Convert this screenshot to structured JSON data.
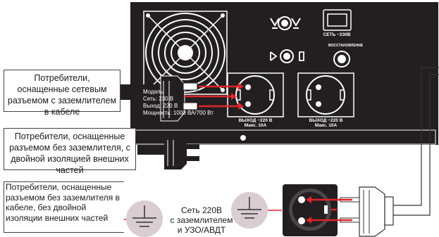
{
  "boxes": {
    "grounded": "Потребители, оснащенные сетевым разъемом с заземлителем в кабеле",
    "double_insulated": "Потребители, оснащенные разъемом без заземлителя, с двойной изоляцией внешних частей",
    "no_ground": "Потребители, оснащенные разъемом без заземлителя в кабеле, без двойной изоляции внешних частей"
  },
  "device": {
    "power_in_label": "СЕТЬ ~230В",
    "reset_label": "ВОССТАНОВЛЕНИЕ",
    "specs": [
      "Модель",
      "Сеть: 230 В",
      "Выход: 220 В",
      "Мощность: 1000 ВА/700 Вт"
    ],
    "outlet1": [
      "ВЫХОД ~220 В",
      "Макс. 10А"
    ],
    "outlet2": [
      "ВЫХОД ~220 В",
      "Макс. 10А"
    ]
  },
  "network": {
    "line1": "Сеть 220В",
    "line2": "с заземлителем",
    "line3": "и УЗО/АВДТ"
  },
  "icons": [
    "fan-grille-icon",
    "rj45-ports-icon",
    "audio-ports-icon",
    "ground-symbol-icon",
    "power-socket-icon",
    "power-plug-icon"
  ],
  "colors": {
    "arrow": "#e0242b",
    "device": "#231f20",
    "symbol_bg": "#d9cdd1"
  }
}
